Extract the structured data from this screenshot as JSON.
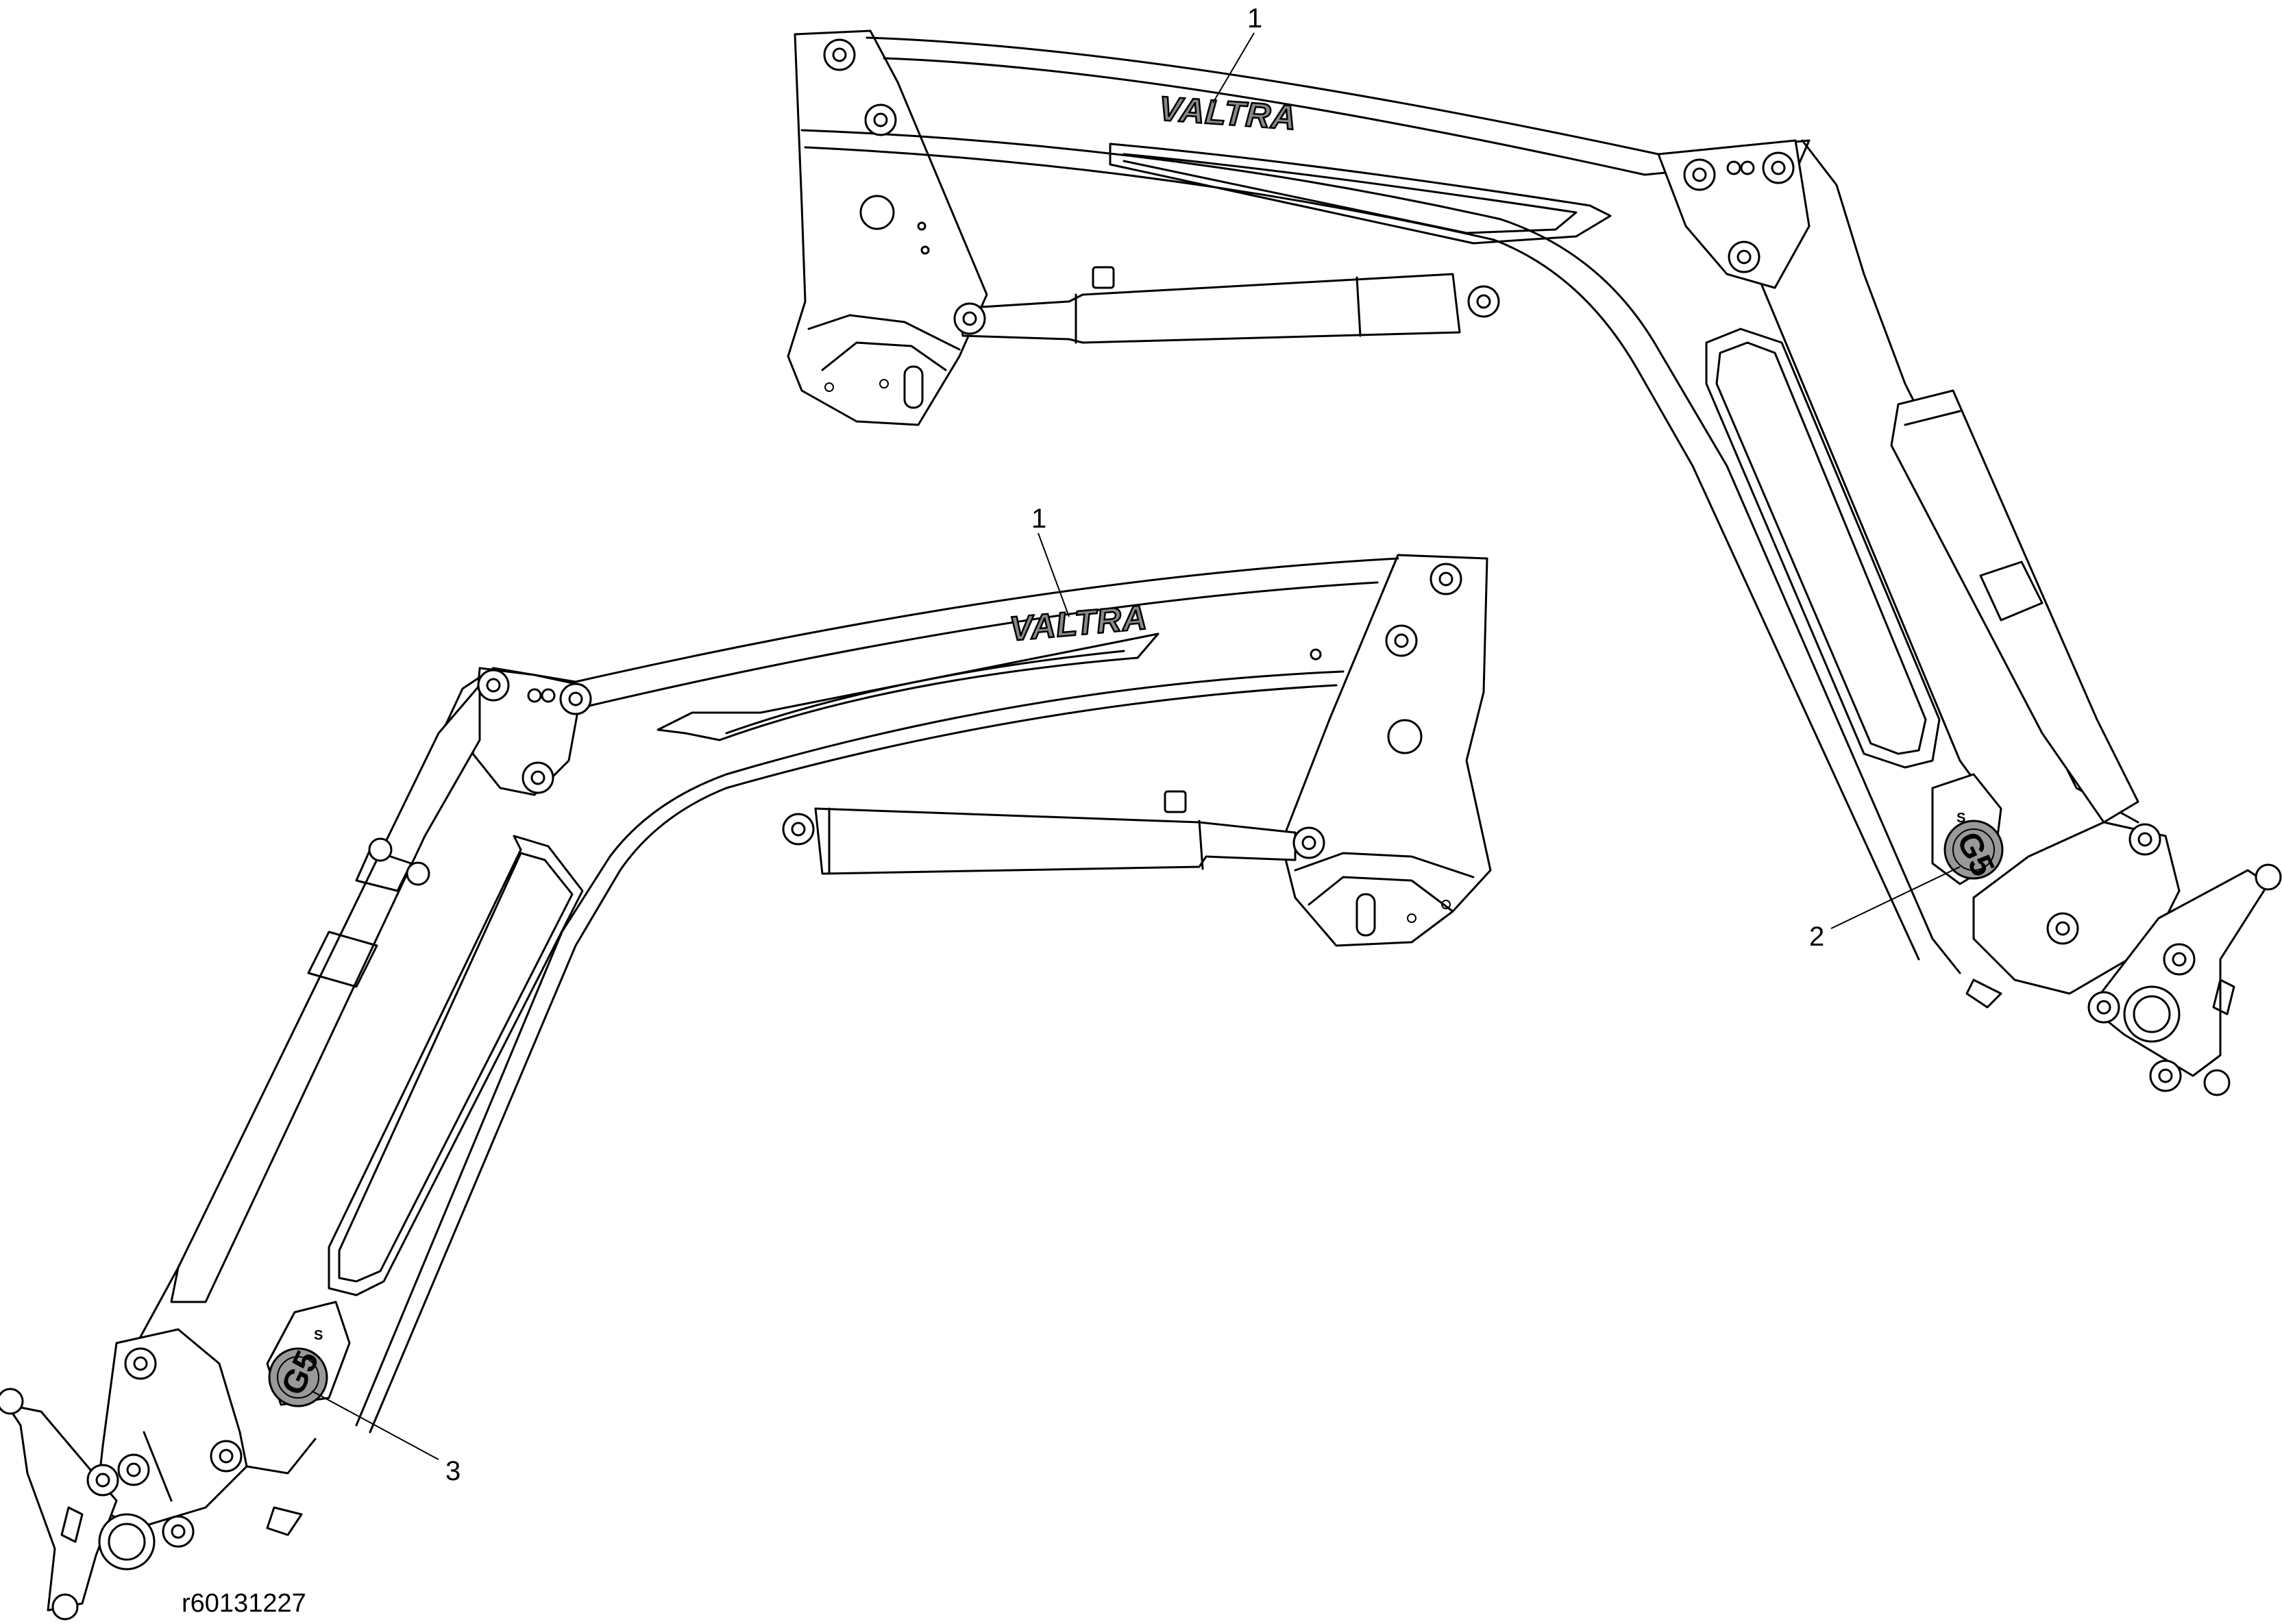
{
  "callouts": {
    "top_loader_label": "1",
    "bottom_loader_label": "1",
    "right_badge_label": "2",
    "left_badge_label": "3"
  },
  "decals": {
    "brand_text": "VALTRA",
    "model_badge_text": "G5",
    "model_badge_small": "S"
  },
  "drawing_code": "r60131227"
}
